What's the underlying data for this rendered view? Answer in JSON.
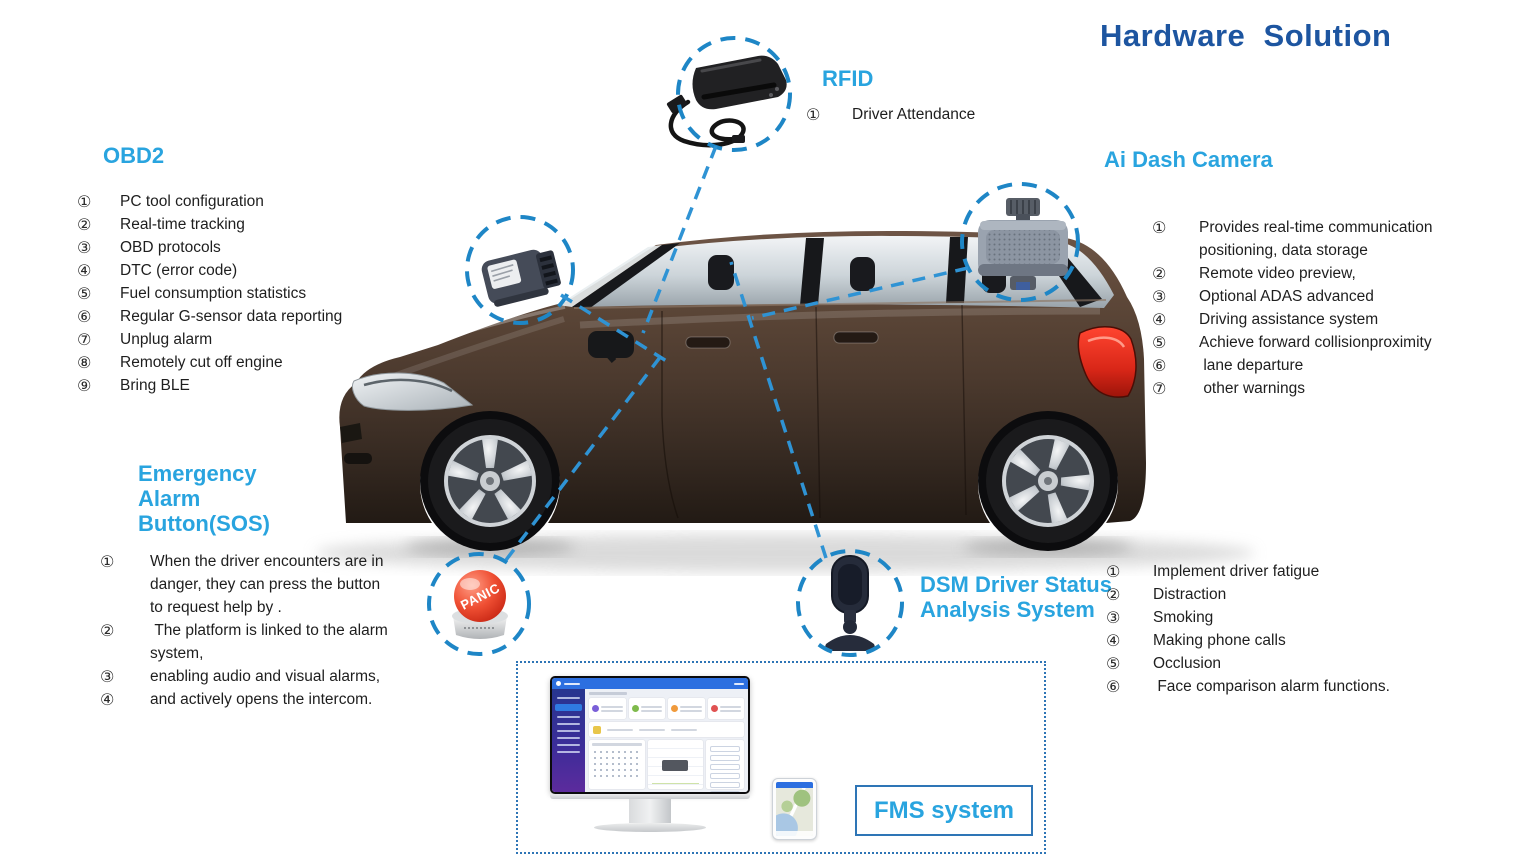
{
  "title": "Hardware  Solution",
  "colors": {
    "heading_blue": "#29a4df",
    "title_blue": "#1d55a0",
    "dashed_blue": "#1e86c6",
    "box_border_blue": "#2e75b6"
  },
  "sections": {
    "obd2": {
      "heading": "OBD2",
      "items": [
        "PC tool configuration",
        "Real-time tracking",
        "OBD protocols",
        "DTC (error code)",
        "Fuel consumption statistics",
        "Regular G-sensor data reporting",
        "Unplug alarm",
        "Remotely cut off engine",
        "Bring BLE"
      ]
    },
    "rfid": {
      "heading": "RFID",
      "items": [
        "Driver Attendance"
      ]
    },
    "ai_dash_camera": {
      "heading": "Ai Dash Camera",
      "items": [
        "Provides real-time communication positioning, data storage",
        "Remote video preview,",
        "Optional ADAS advanced",
        "Driving assistance system",
        "Achieve forward collisionproximity",
        " lane departure",
        " other warnings"
      ]
    },
    "sos": {
      "heading": "Emergency Alarm Button(SOS)",
      "items": [
        "When the driver encounters are in danger, they can press the button to request help by .",
        " The platform is linked to the alarm system,",
        "enabling audio and visual alarms,",
        "and actively opens the intercom."
      ]
    },
    "dsm": {
      "heading": "DSM Driver Status Analysis System",
      "items": [
        "Implement driver fatigue",
        "Distraction",
        "Smoking",
        "Making phone calls",
        "Occlusion",
        " Face comparison alarm functions."
      ]
    },
    "fms": {
      "label": "FMS system"
    }
  },
  "devices": {
    "panic_label": "PANIC"
  }
}
